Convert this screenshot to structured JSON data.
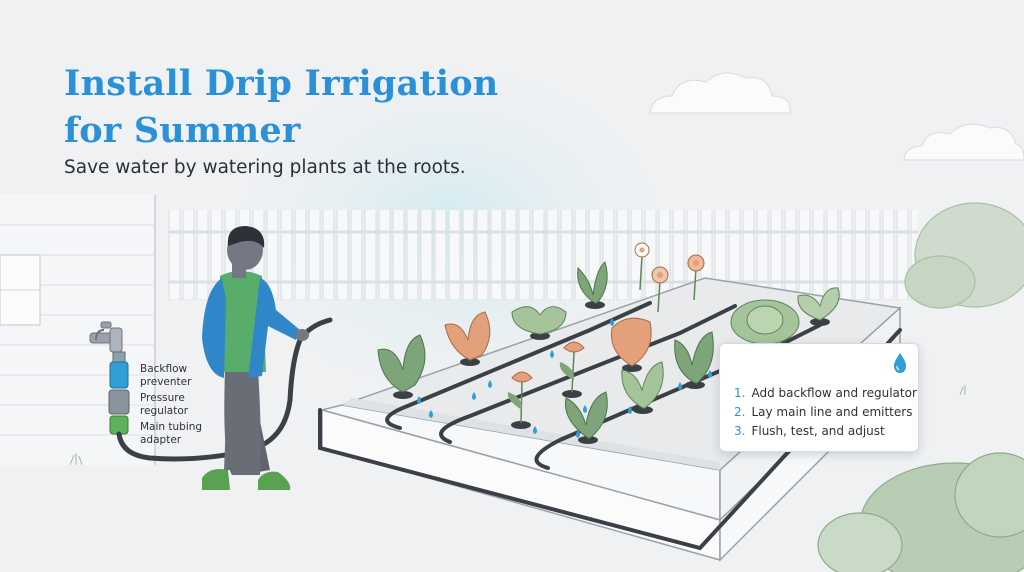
{
  "title": {
    "line1": "Install Drip Irrigation",
    "line2": "for Summer"
  },
  "subtitle": "Save water by watering plants at the roots.",
  "parts": {
    "backflow": [
      "Backflow",
      "preventer"
    ],
    "regulator": [
      "Pressure",
      "regulator"
    ],
    "adapter": [
      "Main tubing",
      "adapter"
    ]
  },
  "steps": [
    {
      "num": "1.",
      "text": "Add backflow and regulator"
    },
    {
      "num": "2.",
      "text": "Lay main line and emitters"
    },
    {
      "num": "3.",
      "text": "Flush, test, and adjust"
    }
  ],
  "icons": {
    "step_card": "water-drop-icon"
  },
  "colors": {
    "accent": "#2a91d8",
    "background": "#f0f1f3",
    "shirt": "#2f86c9",
    "leaf": "#6f9a72",
    "flower": "#e3a07a",
    "tubing": "#3b4047"
  }
}
